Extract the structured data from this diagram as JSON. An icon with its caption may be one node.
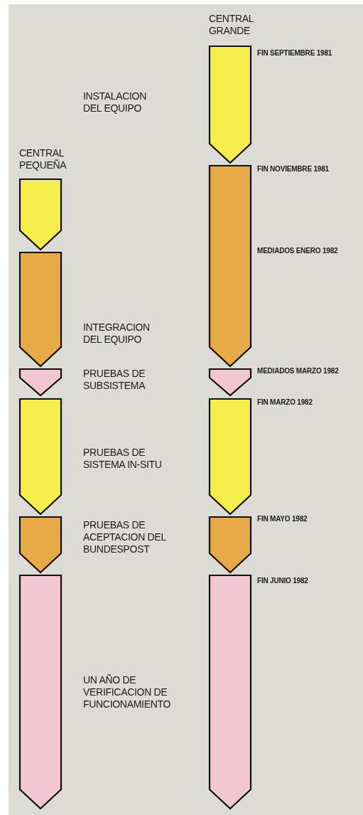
{
  "diagram": {
    "nodes": [
      {
        "text": [],
        "shape": "chevron"
      },
      {
        "text": [],
        "shape": "chevron"
      },
      {
        "text": [],
        "shape": "chevron"
      },
      {
        "text": [],
        "shape": "chevron"
      },
      {
        "text": [],
        "shape": "chevron"
      },
      {
        "text": [],
        "shape": "chevron"
      },
      {
        "text": [],
        "shape": "chevron",
        "beside": [
          "FIN SEPTIEMBRE 1981"
        ]
      },
      {
        "text": [],
        "shape": "chevron",
        "beside": [
          "FIN NOVIEMBRE 1981",
          "MEDIADOS ENERO 1982"
        ]
      },
      {
        "text": [],
        "shape": "chevron",
        "beside": [
          "MEDIADOS MARZO 1982"
        ]
      },
      {
        "text": [],
        "shape": "chevron",
        "beside": [
          "FIN MARZO 1982"
        ]
      },
      {
        "text": [],
        "shape": "chevron",
        "beside": [
          "FIN MAYO 1982"
        ]
      },
      {
        "text": [],
        "shape": "chevron",
        "beside": [
          "FIN JUNIO 1982"
        ]
      }
    ],
    "labels": [
      "CENTRAL GRANDE",
      "INSTALACION DEL EQUIPO",
      "CENTRAL PEQUEÑA",
      "INTEGRACION DEL EQUIPO",
      "PRUEBAS DE SUBSISTEMA",
      "PRUEBAS DE SISTEMA IN-SITU",
      "PRUEBAS DE ACEPTACION DEL BUNDESPOST",
      "UN AÑO DE VERIFICACION DE FUNCIONAMIENTO"
    ]
  }
}
